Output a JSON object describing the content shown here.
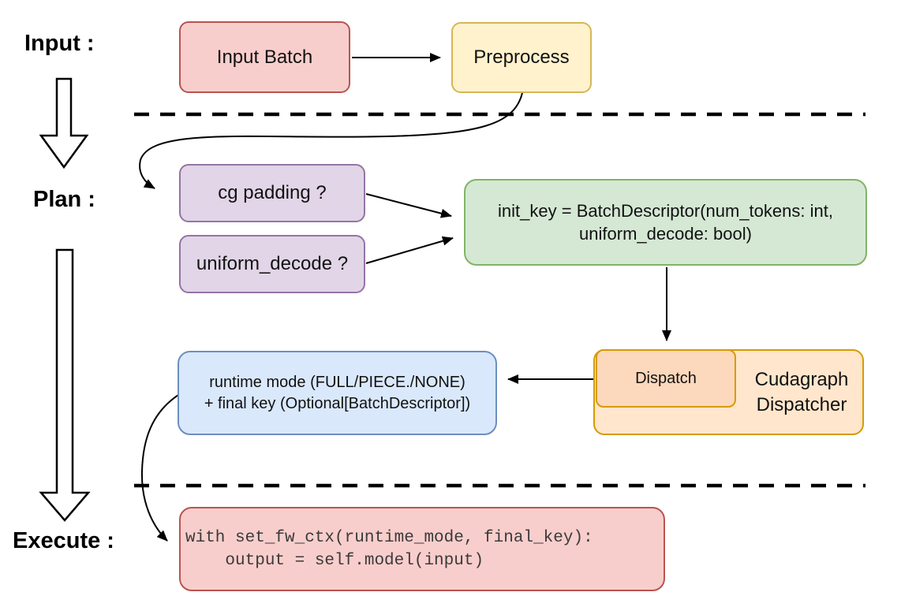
{
  "colors": {
    "red-fill": "#f8cecc",
    "red-stroke": "#b85450",
    "yellow-fill": "#fff2cc",
    "yellow-stroke": "#d6b656",
    "purple-fill": "#e1d5e7",
    "purple-stroke": "#9673a6",
    "green-fill": "#d5e8d4",
    "green-stroke": "#82b366",
    "orange-fill": "#ffe6cc",
    "orange-inner-fill": "#fcd8bc",
    "orange-stroke": "#d79b00",
    "blue-fill": "#dae8fc",
    "blue-stroke": "#6c8ebf",
    "line": "#000000"
  },
  "stages": {
    "input": "Input :",
    "plan": "Plan :",
    "execute": "Execute :"
  },
  "nodes": {
    "input_batch": {
      "label": "Input Batch"
    },
    "preprocess": {
      "label": "Preprocess"
    },
    "cg_padding": {
      "label": "cg padding ?"
    },
    "uniform_decode": {
      "label": "uniform_decode ?"
    },
    "init_key": {
      "line1": "init_key = BatchDescriptor(num_tokens: int,",
      "line2": "uniform_decode: bool)"
    },
    "runtime_mode": {
      "line1": "runtime mode (FULL/PIECE./NONE)",
      "line2": "+ final key (Optional[BatchDescriptor])"
    },
    "dispatch": {
      "label": "Dispatch"
    },
    "cudagraph_dispatcher": {
      "line1": "Cudagraph",
      "line2": "Dispatcher"
    },
    "execute_code": {
      "line1": "with set_fw_ctx(runtime_mode, final_key):",
      "line2": "    output = self.model(input)"
    }
  },
  "edges": [
    {
      "from": "input-batch",
      "to": "preprocess"
    },
    {
      "from": "preprocess",
      "to": "cg-padding"
    },
    {
      "from": "cg-padding",
      "to": "init-key"
    },
    {
      "from": "uniform-decode",
      "to": "init-key"
    },
    {
      "from": "init-key",
      "to": "dispatch"
    },
    {
      "from": "dispatch",
      "to": "runtime-mode"
    },
    {
      "from": "runtime-mode",
      "to": "execute-code"
    }
  ]
}
